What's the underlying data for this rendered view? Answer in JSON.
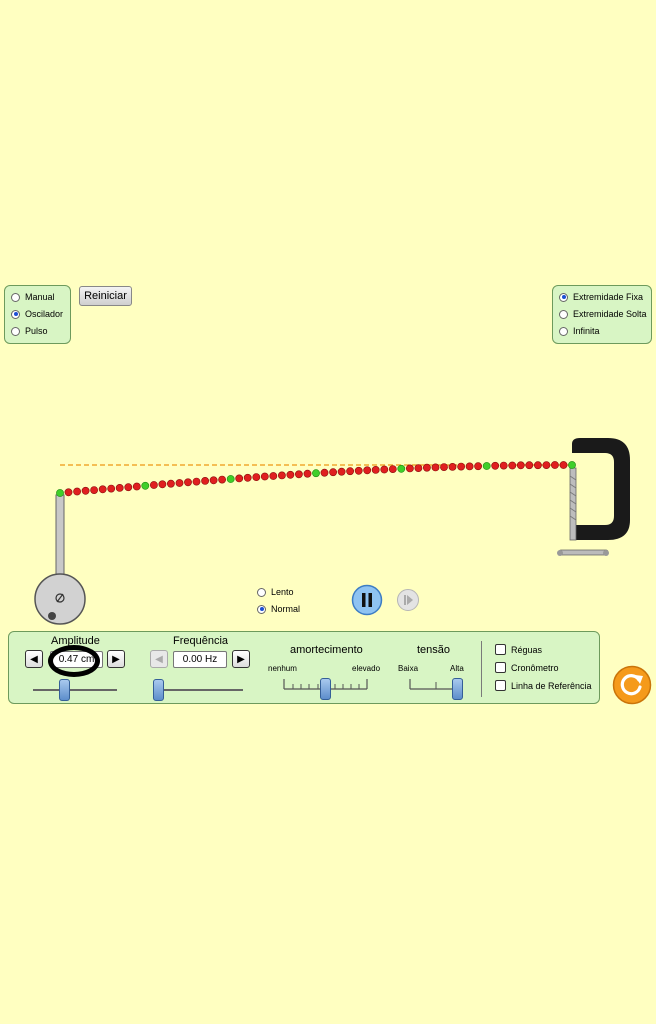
{
  "mode_panel": {
    "options": [
      {
        "label": "Manual",
        "selected": false
      },
      {
        "label": "Oscilador",
        "selected": true
      },
      {
        "label": "Pulso",
        "selected": false
      }
    ]
  },
  "reset_button": {
    "label": "Reiniciar"
  },
  "end_panel": {
    "options": [
      {
        "label": "Extremidade Fixa",
        "selected": true
      },
      {
        "label": "Extremidade Solta",
        "selected": false
      },
      {
        "label": "Infinita",
        "selected": false
      }
    ]
  },
  "speed": {
    "options": [
      {
        "label": "Lento",
        "selected": false
      },
      {
        "label": "Normal",
        "selected": true
      }
    ]
  },
  "icons": {
    "play_pause": "pause-icon",
    "step": "step-forward-icon",
    "reset_all": "reset-all-icon",
    "oscillator": "oscillator-wheel-icon",
    "clamp": "c-clamp-icon"
  },
  "controls": {
    "amplitude": {
      "label": "Amplitude",
      "value": "0.47 cm",
      "slider_fraction": 0.36
    },
    "frequency": {
      "label": "Frequência",
      "value": "0.00 Hz",
      "slider_fraction": 0.0
    },
    "damping": {
      "label": "amortecimento",
      "min_label": "nenhum",
      "max_label": "elevado",
      "slider_fraction": 0.48
    },
    "tension": {
      "label": "tensão",
      "min_label": "Baixa",
      "max_label": "Alta",
      "slider_fraction": 1.0
    },
    "checkboxes": [
      {
        "label": "Réguas",
        "checked": false
      },
      {
        "label": "Cronômetro",
        "checked": false
      },
      {
        "label": "Linha de Referência",
        "checked": false
      }
    ]
  },
  "colors": {
    "background": "#ffffc1",
    "panel": "#d8f5c4",
    "bead": "#e01f1f",
    "bead_marker": "#3fcf2a",
    "reference_line": "#f0a830",
    "reset_orange": "#f59a1b"
  }
}
